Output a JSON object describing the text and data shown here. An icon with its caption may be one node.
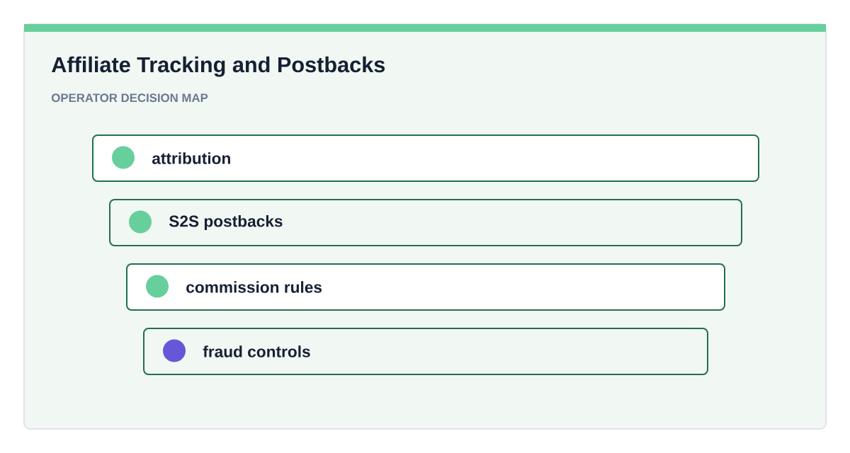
{
  "diagram": {
    "title": "Affiliate Tracking and Postbacks",
    "nodes": [
      {
        "text": [
          "attribution"
        ]
      },
      {
        "text": [
          "S2S postbacks"
        ]
      },
      {
        "text": [
          "commission rules"
        ]
      },
      {
        "text": [
          "fraud controls"
        ]
      }
    ],
    "labels": [
      "OPERATOR DECISION MAP"
    ]
  }
}
